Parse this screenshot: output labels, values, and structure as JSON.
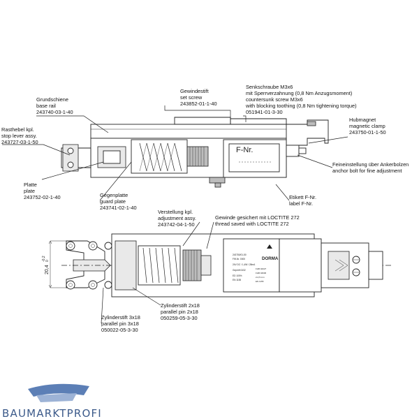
{
  "callouts": {
    "base_rail": [
      "Grundschiene",
      "base rail",
      "243740-03-1-40"
    ],
    "set_screw": [
      "Gewindestift",
      "set screw",
      "243852-01-1-40"
    ],
    "countersunk_screw": [
      "Senkschraube M3x6",
      "mit Sperrverzahnung (0,8 Nm Anzugsmoment)",
      "countersunk screw M3x6",
      "with blocking toothing (0,8 Nm tightening torque)",
      "051941-01-3-30"
    ],
    "stop_lever": [
      "Rasthebel kpl.",
      "stop lever assy.",
      "243727-03-1-50"
    ],
    "magnetic_clamp": [
      "Hubmagnet",
      "magnetic clamp",
      "243750-01-1-50"
    ],
    "fine_adjustment": [
      "Feineinstellung über Ankerbolzen",
      "anchor bolt for fine adjustment"
    ],
    "plate": [
      "Platte",
      "plate",
      "243752-02-1-40"
    ],
    "guard_plate": [
      "Gegenplatte",
      "guard plate",
      "243741-02-1-40"
    ],
    "label_fnr": [
      "Etikett F-Nr.",
      "label F-Nr."
    ],
    "adjustment_assy": [
      "Verstellung kpl.",
      "adjustment assy.",
      "243742-04-1-50"
    ],
    "loctite": [
      "Gewinde gesichert mit LOCTITE 272",
      "thread saved with LOCTITE 272"
    ],
    "cyl_pin_2x18": [
      "Zylinderstift 2x18",
      "parallel pin 2x18",
      "050259-05-3-30"
    ],
    "cyl_pin_3x18": [
      "Zylinderstift 3x18",
      "parallel pin 3x18",
      "050022-05-3-30"
    ]
  },
  "plate_text": {
    "fnr": "F-Nr.",
    "brand": "DORMA",
    "rows": [
      "243750/01-50",
      "FW-Nr.   0000",
      "24V DC / 1,4W / 28mA",
      "Geprüft   0432",
      "ED 100%",
      "EN 1155"
    ],
    "codes": [
      "FHB 04327",
      "FHB 04606",
      "2-4,5 mm",
      "EN 1155"
    ]
  },
  "dimension": {
    "value": "20,4",
    "tol_upper": "-0,2",
    "tol_lower": "0"
  },
  "watermark": {
    "text": "BAUMARKTPROFI",
    "accent": "#3c5a8a",
    "mark_color": "#5c7fb6"
  }
}
